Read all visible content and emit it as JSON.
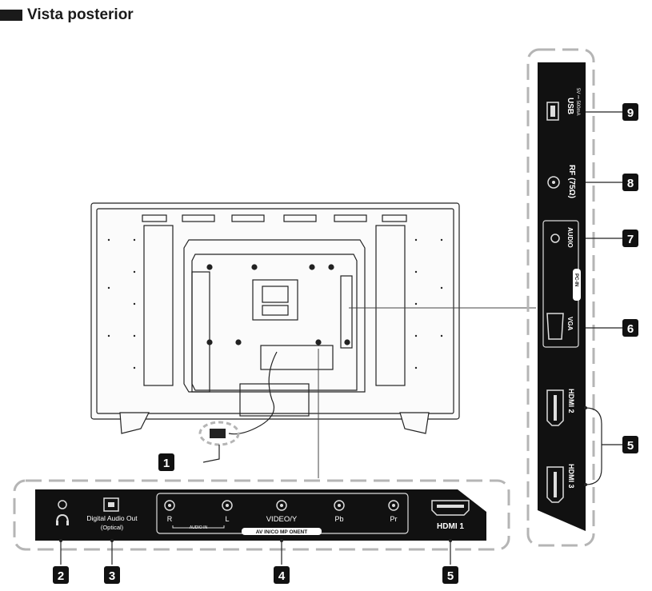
{
  "title": "Vista posterior",
  "callouts": [
    "1",
    "2",
    "3",
    "4",
    "5",
    "5",
    "6",
    "7",
    "8",
    "9"
  ],
  "bottom_panel": {
    "optical_label_1": "Digital Audio Out",
    "optical_label_2": "(Optical)",
    "r": "R",
    "l": "L",
    "audio_in": "AUDIO IN",
    "video": "VIDEO/Y",
    "pb": "Pb",
    "pr": "Pr",
    "av_component": "AV IN/CO MP ONENT",
    "hdmi1": "HDMI 1"
  },
  "side_panel": {
    "usb": "USB",
    "usb_spec": "5V ⎓ 500mA",
    "rf": "RF (75Ω)",
    "audio": "AUDIO",
    "pc_in": "PC-IN",
    "vga": "VGA",
    "hdmi2": "HDMI 2",
    "hdmi3": "HDMI 3"
  },
  "colors": {
    "panel": "#111111",
    "line": "#222222",
    "dash": "#b5b5b5",
    "tv_fill": "#fbfbfb"
  }
}
